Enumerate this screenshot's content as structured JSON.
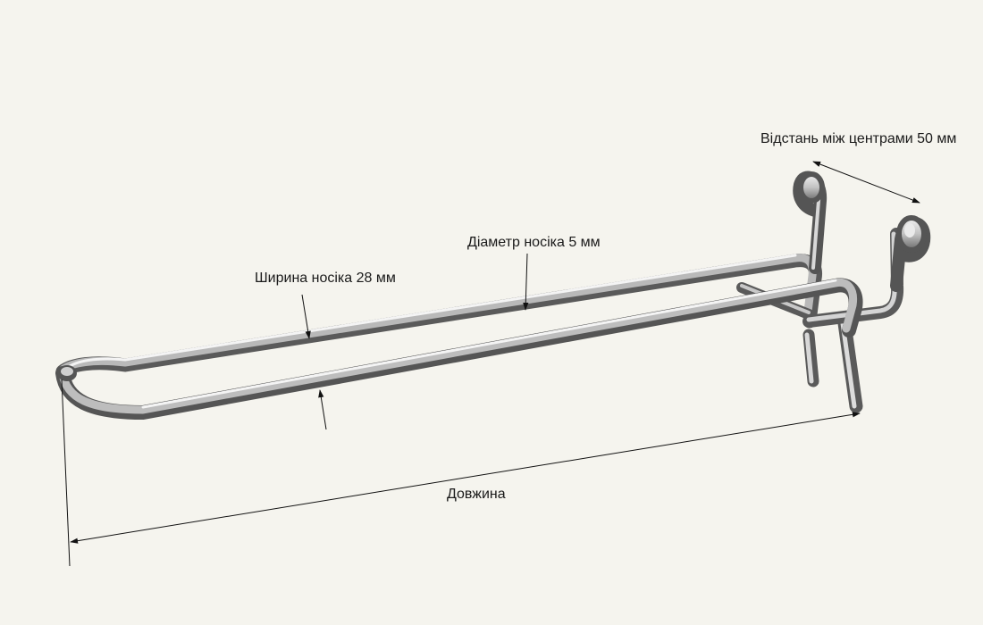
{
  "diagram": {
    "labels": {
      "center_distance": "Відстань між центрами 50 мм",
      "tip_diameter": "Діаметр носіка 5 мм",
      "tip_width": "Ширина носіка 28 мм",
      "length": "Довжина"
    },
    "colors": {
      "background": "#f5f4ee",
      "rod_dark": "#5a5a5a",
      "rod_light": "#ececec",
      "dimension_line": "#111111"
    }
  }
}
